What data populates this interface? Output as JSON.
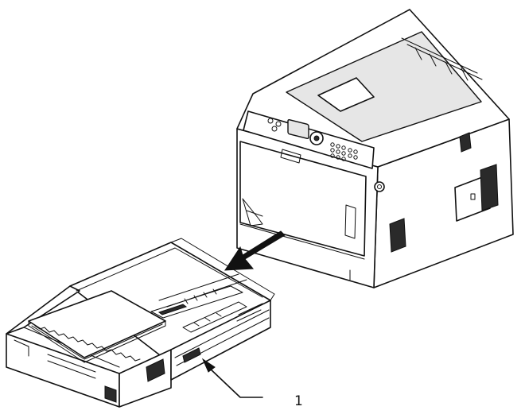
{
  "figure": {
    "callouts": [
      {
        "label": "1",
        "target": "paper-cassette-handle"
      }
    ],
    "parts": [
      "printer",
      "paper-cassette",
      "removal-arrow",
      "leader-arrow"
    ]
  }
}
